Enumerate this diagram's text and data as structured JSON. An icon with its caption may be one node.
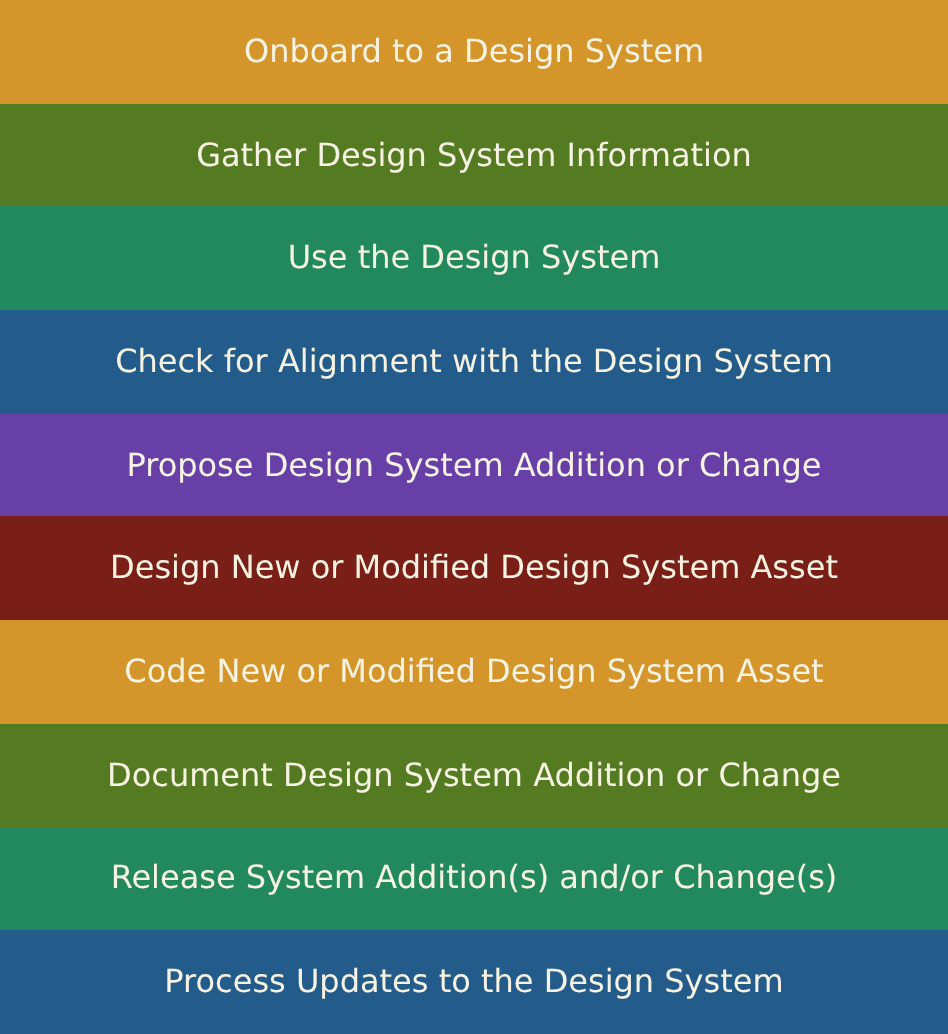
{
  "diagram": {
    "nodes": [
      {
        "text": [
          "Onboard to a Design System"
        ]
      },
      {
        "text": [
          "Gather Design System Information"
        ]
      },
      {
        "text": [
          "Use the Design System"
        ]
      },
      {
        "text": [
          "Check for Alignment with the Design System"
        ]
      },
      {
        "text": [
          "Propose Design System Addition or Change"
        ]
      },
      {
        "text": [
          "Design New or Modified Design System Asset"
        ]
      },
      {
        "text": [
          "Code New or Modified Design System Asset"
        ]
      },
      {
        "text": [
          "Document Design System Addition or Change"
        ]
      },
      {
        "text": [
          "Release System Addition(s) and/or Change(s)"
        ]
      },
      {
        "text": [
          "Process Updates to the Design System"
        ]
      }
    ]
  }
}
